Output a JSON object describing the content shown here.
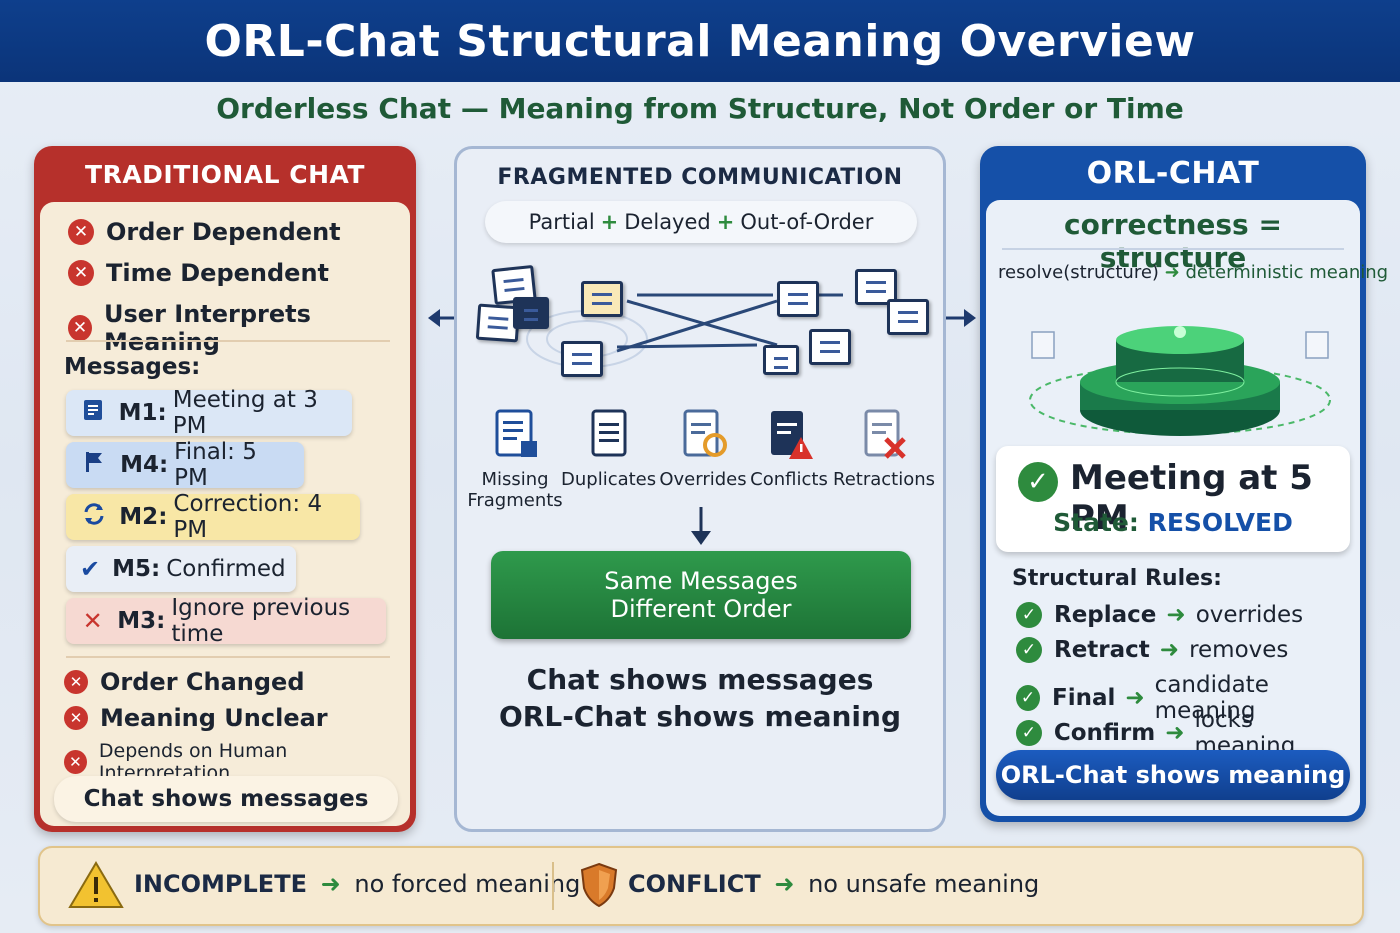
{
  "title": "ORL-Chat Structural Meaning Overview",
  "subtitle": "Orderless Chat — Meaning from Structure, Not Order or Time",
  "left_panel": {
    "header": "TRADITIONAL CHAT",
    "issues": [
      "Order Dependent",
      "Time Dependent",
      "User Interprets Meaning"
    ],
    "messages_label": "Messages:",
    "messages": [
      {
        "id": "M1:",
        "text": "Meeting at 3 PM",
        "icon": "document-icon",
        "color": "#dbe7f6"
      },
      {
        "id": "M4:",
        "text": "Final: 5 PM",
        "icon": "flag-icon",
        "color": "#c9dbf3"
      },
      {
        "id": "M2:",
        "text": "Correction: 4 PM",
        "icon": "refresh-icon",
        "color": "#f8e7a6"
      },
      {
        "id": "M5:",
        "text": "Confirmed",
        "icon": "check-icon",
        "color": "#e9eef6"
      },
      {
        "id": "M3:",
        "text": "Ignore previous time",
        "icon": "x-icon",
        "color": "#f6d9d2"
      }
    ],
    "outcomes": [
      "Order Changed",
      "Meaning Unclear",
      "Depends on Human Interpretation"
    ],
    "footer": "Chat shows messages"
  },
  "center_panel": {
    "header": "FRAGMENTED COMMUNICATION",
    "tags": {
      "partial": "Partial",
      "delayed": "Delayed",
      "out_of_order": "Out-of-Order",
      "plus": "+"
    },
    "categories": [
      {
        "label": "Missing Fragments",
        "icon": "missing-fragments-icon"
      },
      {
        "label": "Duplicates",
        "icon": "duplicates-icon"
      },
      {
        "label": "Overrides",
        "icon": "overrides-icon"
      },
      {
        "label": "Conflicts",
        "icon": "conflicts-icon"
      },
      {
        "label": "Retractions",
        "icon": "retractions-icon"
      }
    ],
    "result_line1": "Same Messages",
    "result_line2": "Different Order",
    "caption_line1": "Chat shows messages",
    "caption_line2": "ORL-Chat shows meaning"
  },
  "right_panel": {
    "header": "ORL-CHAT",
    "equation": "correctness = structure",
    "resolve_left": "resolve(structure)",
    "resolve_right": "deterministic meaning",
    "result_title": "Meeting at 5 PM",
    "state_label": "State:",
    "state_value": "RESOLVED",
    "rules_label": "Structural Rules:",
    "rules": [
      {
        "name": "Replace",
        "effect": "overrides"
      },
      {
        "name": "Retract",
        "effect": "removes"
      },
      {
        "name": "Final",
        "effect": "candidate meaning"
      },
      {
        "name": "Confirm",
        "effect": "locks meaning"
      }
    ],
    "footer": "ORL-Chat shows meaning"
  },
  "bottom": {
    "incomplete_label": "INCOMPLETE",
    "incomplete_effect": "no forced meaning",
    "conflict_label": "CONFLICT",
    "conflict_effect": "no unsafe meaning"
  },
  "colors": {
    "title_bg": "#0e3f8c",
    "left_red": "#b6302b",
    "right_blue": "#1550a8",
    "accent_green": "#2e8b3e"
  }
}
